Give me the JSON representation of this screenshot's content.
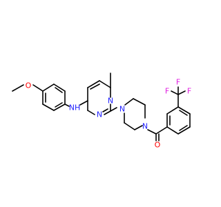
{
  "colors": {
    "background": "#ffffff",
    "carbon_bond": "#000000",
    "nitrogen": "#2020ff",
    "oxygen": "#ff0000",
    "fluorine": "#e020e0"
  },
  "atom_labels": {
    "methoxy_oxygen": "O",
    "amine_nh": "NH",
    "amine_n": "N",
    "amine_h": "H",
    "pyrimidine_n1": "N",
    "pyrimidine_n3": "N",
    "piperazine_n1": "N",
    "piperazine_n4": "N",
    "carbonyl_oxygen": "O",
    "fluorine_1": "F",
    "fluorine_2": "F",
    "fluorine_3": "F"
  }
}
